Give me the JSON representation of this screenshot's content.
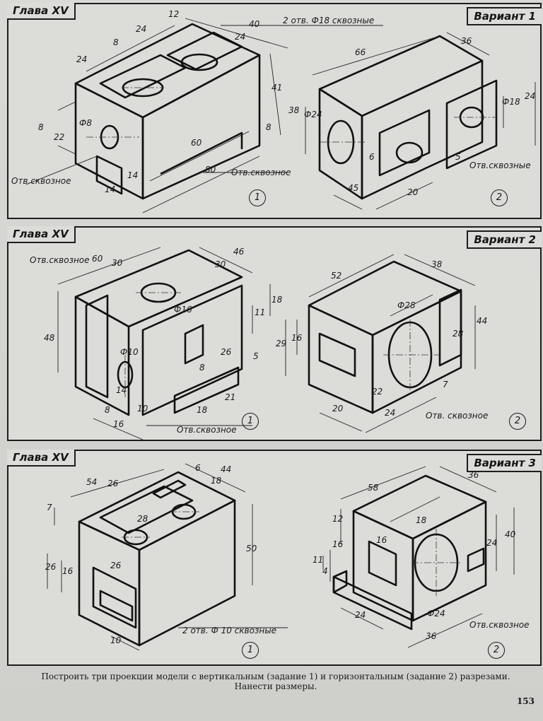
{
  "panels": [
    {
      "chapter": "Глава XV",
      "variant": "Вариант 1",
      "models": [
        {
          "number": "1"
        },
        {
          "number": "2"
        }
      ],
      "notes": [
        "2 отв. Ф18 сквозные",
        "Отв.сквозное",
        "Отв.сквозное",
        "Отв.сквозные"
      ],
      "dimensions": [
        "8",
        "24",
        "12",
        "40",
        "24",
        "24",
        "41",
        "8",
        "8",
        "22",
        "Ф8",
        "60",
        "80",
        "14",
        "14",
        "66",
        "36",
        "38",
        "Ф24",
        "6",
        "45",
        "20",
        "Ф18",
        "24",
        "5"
      ]
    },
    {
      "chapter": "Глава XV",
      "variant": "Вариант 2",
      "models": [
        {
          "number": "1"
        },
        {
          "number": "2"
        }
      ],
      "notes": [
        "Отв.сквозное",
        "Отв.сквозное",
        "Отв. сквозное"
      ],
      "dimensions": [
        "60",
        "30",
        "46",
        "30",
        "48",
        "18",
        "11",
        "Ф16",
        "Ф10",
        "26",
        "8",
        "5",
        "21",
        "14",
        "8",
        "16",
        "10",
        "18",
        "52",
        "38",
        "Ф28",
        "16",
        "29",
        "28",
        "44",
        "7",
        "22",
        "20",
        "24"
      ]
    },
    {
      "chapter": "Глава XV",
      "variant": "Вариант 3",
      "models": [
        {
          "number": "1"
        },
        {
          "number": "2"
        }
      ],
      "notes": [
        "2 отв. Ф 10 сквозные",
        "Отв.сквозное"
      ],
      "dimensions": [
        "54",
        "26",
        "6",
        "44",
        "18",
        "7",
        "28",
        "26",
        "16",
        "26",
        "50",
        "10",
        "58",
        "36",
        "12",
        "18",
        "16",
        "16",
        "24",
        "40",
        "11",
        "4",
        "24",
        "Ф24",
        "36"
      ]
    }
  ],
  "caption": "Построить три проекции модели с вертикальным (задание 1) и горизонтальным (задание 2) разрезами. Нанести размеры.",
  "page_number": "153"
}
